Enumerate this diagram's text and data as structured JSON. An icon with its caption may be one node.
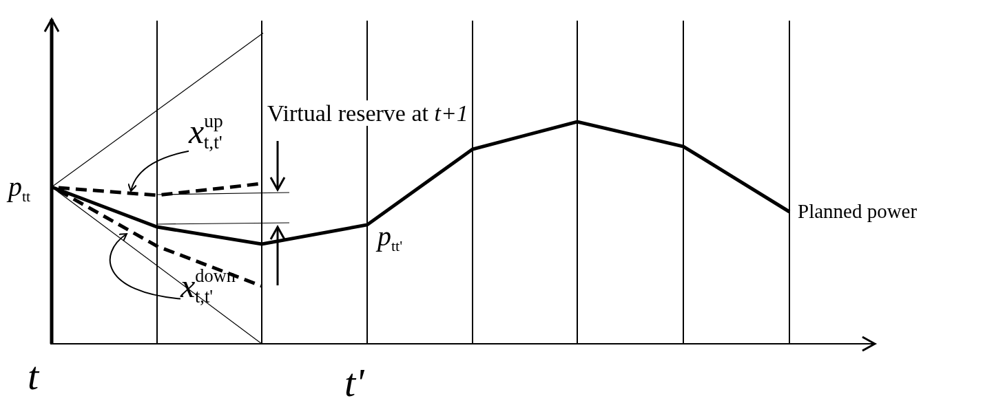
{
  "diagram": {
    "nodes": [
      {
        "text": [
          "*x*$^{up}$$_{t,t'}$"
        ]
      },
      {
        "text": [
          "*x*$^{down}$$_{t,t'}$"
        ]
      },
      {
        "text": [],
        "shape": "line"
      },
      {
        "text": [],
        "shape": "line"
      }
    ],
    "edges": [
      {
        "from": 0,
        "to": 2,
        "arrow": "to"
      },
      {
        "from": 1,
        "to": 3,
        "arrow": "to"
      }
    ],
    "labels": [
      "*p*$_{tt}$",
      "Virtual reserve at *t+1*",
      "*p*$_{tt'}$",
      "Planned power",
      "*t*",
      "*t'*"
    ]
  }
}
